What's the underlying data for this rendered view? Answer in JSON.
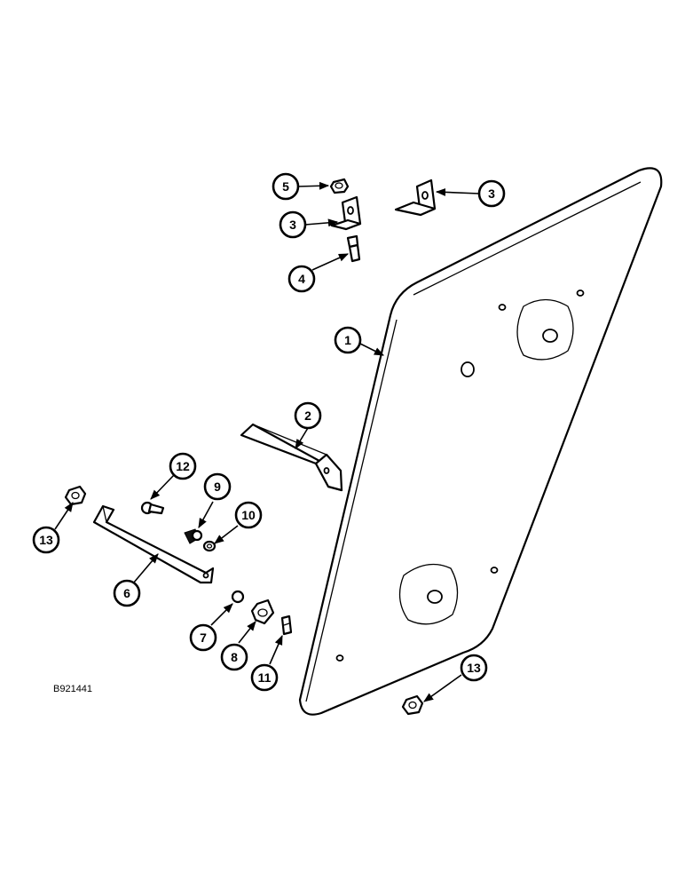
{
  "diagram": {
    "figure_code": "B921441",
    "callouts": [
      {
        "id": "callout-1",
        "label": "1"
      },
      {
        "id": "callout-2",
        "label": "2"
      },
      {
        "id": "callout-3-top",
        "label": "3"
      },
      {
        "id": "callout-3-left",
        "label": "3"
      },
      {
        "id": "callout-4",
        "label": "4"
      },
      {
        "id": "callout-5",
        "label": "5"
      },
      {
        "id": "callout-6",
        "label": "6"
      },
      {
        "id": "callout-7",
        "label": "7"
      },
      {
        "id": "callout-8",
        "label": "8"
      },
      {
        "id": "callout-9",
        "label": "9"
      },
      {
        "id": "callout-10",
        "label": "10"
      },
      {
        "id": "callout-11",
        "label": "11"
      },
      {
        "id": "callout-12",
        "label": "12"
      },
      {
        "id": "callout-13-left",
        "label": "13"
      },
      {
        "id": "callout-13-right",
        "label": "13"
      }
    ]
  }
}
